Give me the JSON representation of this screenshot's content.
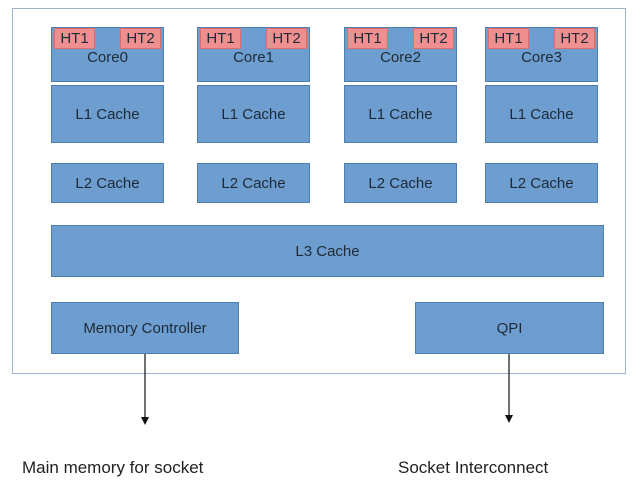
{
  "cores": [
    {
      "label": "Core0",
      "ht1": "HT1",
      "ht2": "HT2",
      "l1": "L1 Cache",
      "l2": "L2 Cache"
    },
    {
      "label": "Core1",
      "ht1": "HT1",
      "ht2": "HT2",
      "l1": "L1 Cache",
      "l2": "L2 Cache"
    },
    {
      "label": "Core2",
      "ht1": "HT1",
      "ht2": "HT2",
      "l1": "L1 Cache",
      "l2": "L2 Cache"
    },
    {
      "label": "Core3",
      "ht1": "HT1",
      "ht2": "HT2",
      "l1": "L1 Cache",
      "l2": "L2 Cache"
    }
  ],
  "l3": "L3 Cache",
  "memory_controller": "Memory Controller",
  "qpi": "QPI",
  "captions": {
    "left": "Main memory for socket",
    "right": "Socket Interconnect"
  },
  "colors": {
    "block": "#6d9ecf",
    "hyperthread": "#ef8f8f",
    "socket_border": "#9fb3cf"
  }
}
